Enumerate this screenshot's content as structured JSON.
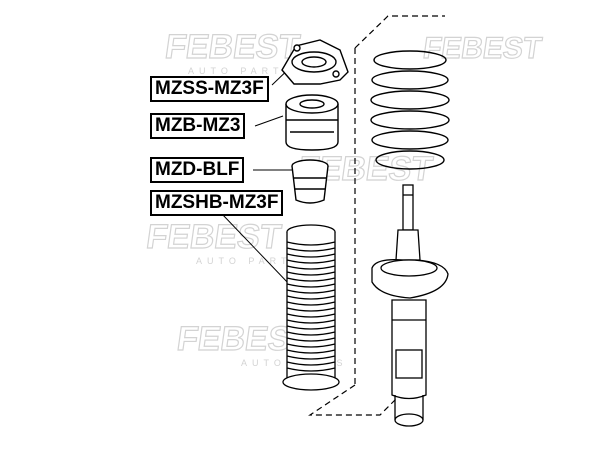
{
  "parts": [
    {
      "id": "top_mount",
      "part_number": "MZSS-MZ3F"
    },
    {
      "id": "bearing",
      "part_number": "MZB-MZ3"
    },
    {
      "id": "bump_stop",
      "part_number": "MZD-BLF"
    },
    {
      "id": "boot",
      "part_number": "MZSHB-MZ3F"
    }
  ],
  "watermark": {
    "brand": "FEBEST",
    "tagline": "AUTO PARTS"
  },
  "colors": {
    "line": "#000000",
    "watermark": "#c8c8c8",
    "background": "#ffffff"
  }
}
